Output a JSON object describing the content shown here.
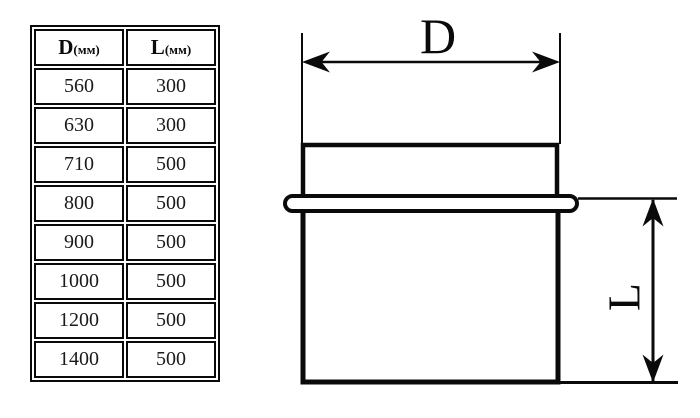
{
  "page": {
    "background_color": "#ffffff",
    "ink_color": "#0a0a0a"
  },
  "table": {
    "headers": [
      {
        "letter": "D",
        "unit": "(мм)"
      },
      {
        "letter": "L",
        "unit": "(мм)"
      }
    ],
    "rows": [
      {
        "d": "560",
        "l": "300"
      },
      {
        "d": "630",
        "l": "300"
      },
      {
        "d": "710",
        "l": "500"
      },
      {
        "d": "800",
        "l": "500"
      },
      {
        "d": "900",
        "l": "500"
      },
      {
        "d": "1000",
        "l": "500"
      },
      {
        "d": "1200",
        "l": "500"
      },
      {
        "d": "1400",
        "l": "500"
      }
    ]
  },
  "diagram": {
    "diameter_label": "D",
    "length_label": "L"
  }
}
